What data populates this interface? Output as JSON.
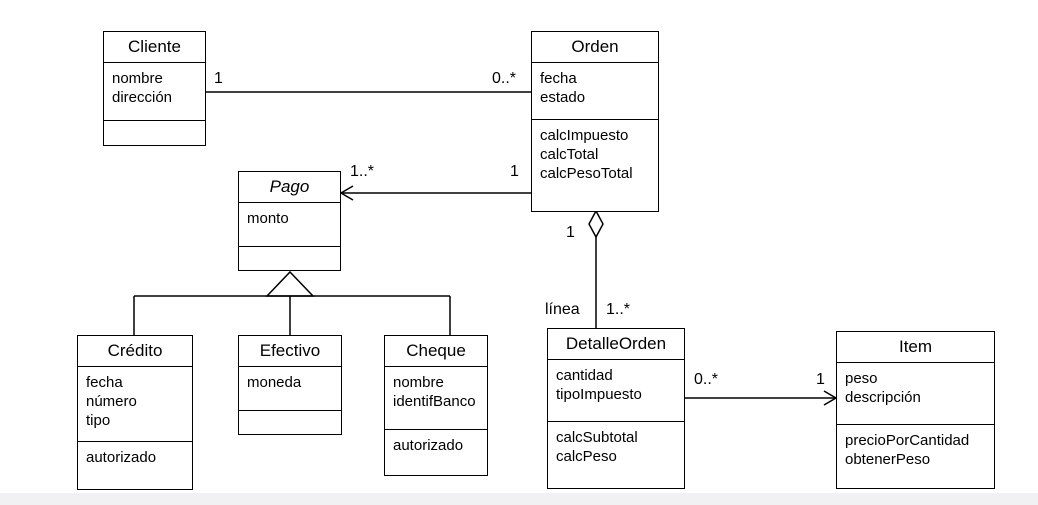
{
  "classes": {
    "cliente": {
      "name": "Cliente",
      "attributes": [
        "nombre",
        "dirección"
      ],
      "operations": []
    },
    "orden": {
      "name": "Orden",
      "attributes": [
        "fecha",
        "estado"
      ],
      "operations": [
        "calcImpuesto",
        "calcTotal",
        "calcPesoTotal"
      ]
    },
    "pago": {
      "name": "Pago",
      "abstract": true,
      "attributes": [
        "monto"
      ],
      "operations": []
    },
    "credito": {
      "name": "Crédito",
      "attributes": [
        "fecha",
        "número",
        "tipo"
      ],
      "operations": [
        "autorizado"
      ]
    },
    "efectivo": {
      "name": "Efectivo",
      "attributes": [
        "moneda"
      ],
      "operations": []
    },
    "cheque": {
      "name": "Cheque",
      "attributes": [
        "nombre",
        "identifBanco"
      ],
      "operations": [
        "autorizado"
      ]
    },
    "detalle": {
      "name": "DetalleOrden",
      "attributes": [
        "cantidad",
        "tipoImpuesto"
      ],
      "operations": [
        "calcSubtotal",
        "calcPeso"
      ]
    },
    "item": {
      "name": "Item",
      "attributes": [
        "peso",
        "descripción"
      ],
      "operations": [
        "precioPorCantidad",
        "obtenerPeso"
      ]
    }
  },
  "associations": {
    "cliente_orden": {
      "cliente_end": "1",
      "orden_end": "0..*"
    },
    "orden_pago": {
      "orden_end": "1",
      "pago_end": "1..*"
    },
    "orden_detalle": {
      "orden_end": "1",
      "role": "línea",
      "detalle_end": "1..*"
    },
    "detalle_item": {
      "detalle_end": "0..*",
      "item_end": "1"
    }
  }
}
